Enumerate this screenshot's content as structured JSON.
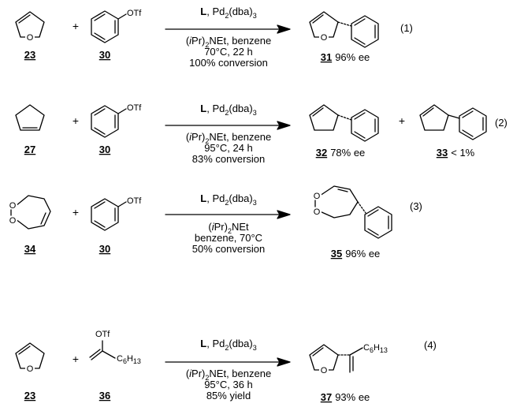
{
  "reactions": [
    {
      "eq": "(1)",
      "reactant1": "23",
      "reactant2": "30",
      "cond_top": [
        "L",
        ", Pd",
        "2",
        "(dba)",
        "3"
      ],
      "cond_lines": [
        "(iPr)2NEt, benzene",
        "70°C, 22 h",
        "100% conversion"
      ],
      "product": "31",
      "product_ee": "96% ee"
    },
    {
      "eq": "(2)",
      "reactant1": "27",
      "reactant2": "30",
      "cond_lines": [
        "(iPr)2NEt, benzene",
        "95°C, 24 h",
        "83% conversion"
      ],
      "product": "32",
      "product_ee": "78% ee",
      "byproduct": "33",
      "byproduct_amount": "< 1%"
    },
    {
      "eq": "(3)",
      "reactant1": "34",
      "reactant2": "30",
      "cond_lines": [
        "(iPr)2NEt",
        "benzene, 70°C",
        "50% conversion"
      ],
      "product": "35",
      "product_ee": "96% ee"
    },
    {
      "eq": "(4)",
      "reactant1": "23",
      "reactant2": "36",
      "cond_lines": [
        "(iPr)2NEt, benzene",
        "95°C, 36 h",
        "85% yield"
      ],
      "product": "37",
      "product_ee": "93% ee"
    }
  ],
  "atoms": {
    "O": "O",
    "OTf": "OTf",
    "C6H13_base": "C",
    "C6H13_sub1": "6",
    "H_base": "H",
    "C6H13_sub2": "13",
    "plus": "+",
    "catalyst_L": "L",
    "catalyst_rest": ", Pd",
    "sub2": "2",
    "dba": "(dba)",
    "sub3": "3",
    "iPr_open": "(",
    "iPr_i": "i",
    "iPr_rest": "Pr)",
    "net": "NEt",
    "benzene_suffix": ", benzene"
  }
}
